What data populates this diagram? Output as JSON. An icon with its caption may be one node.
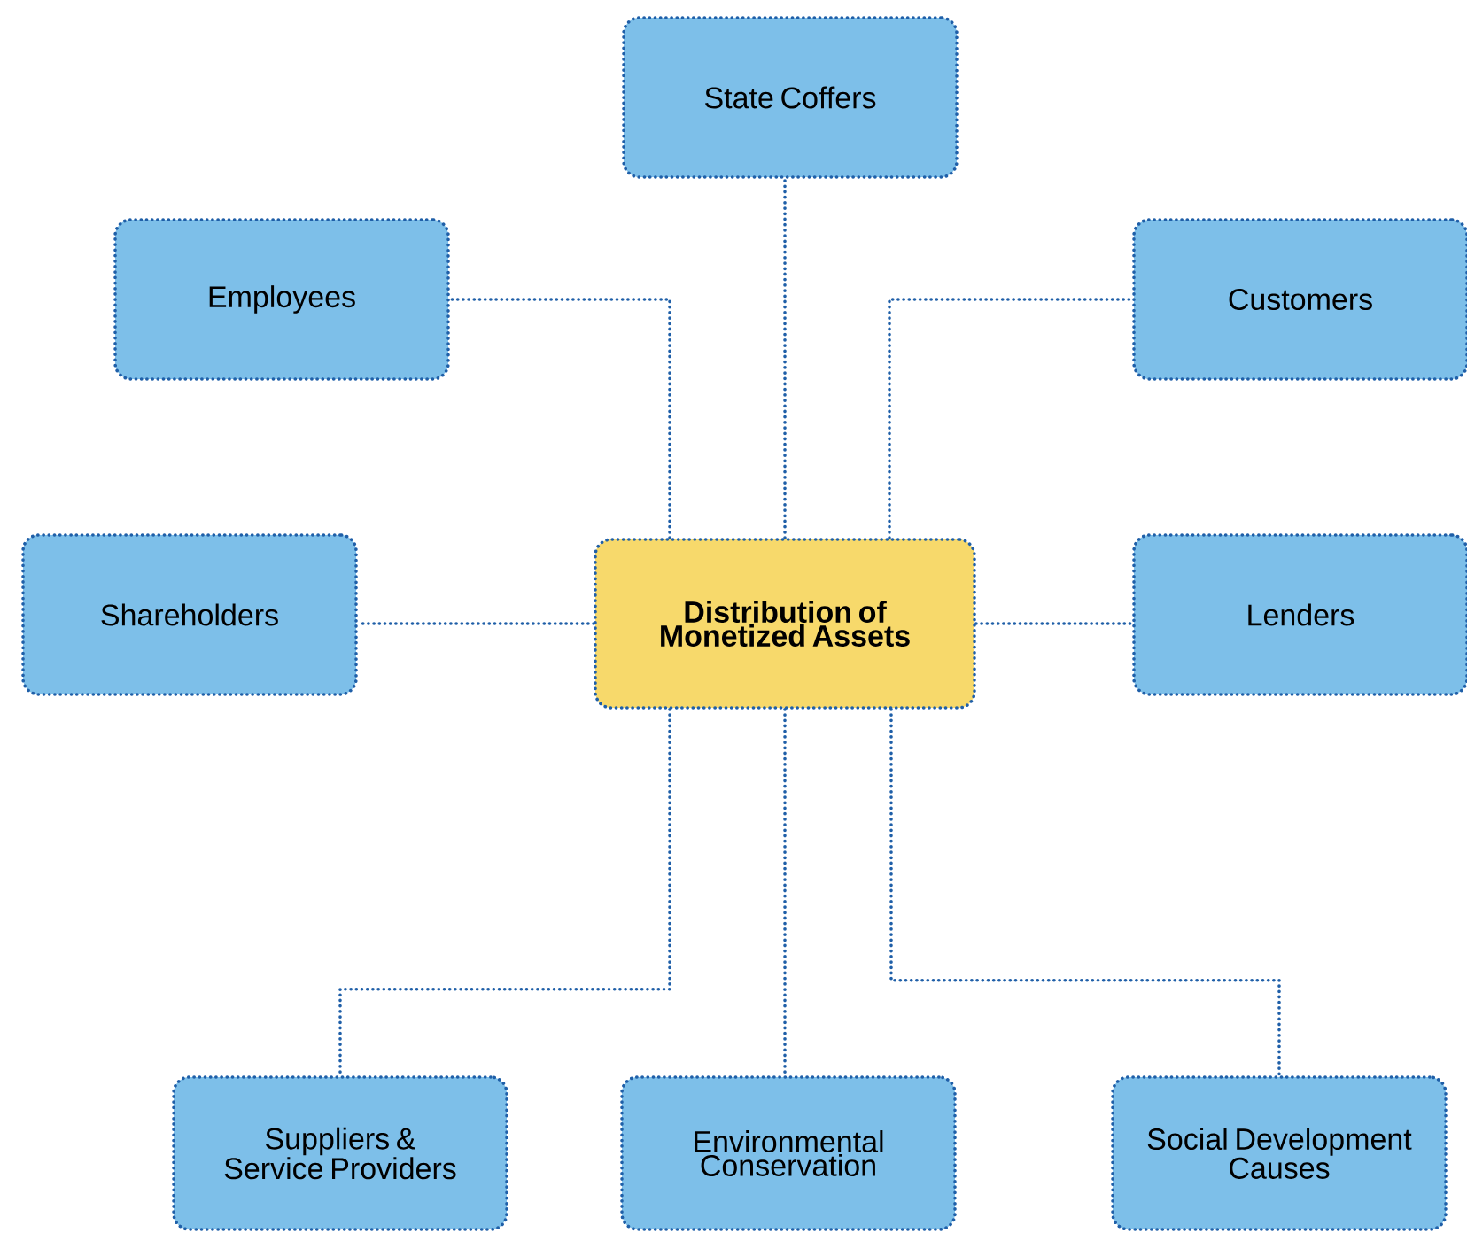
{
  "diagram": {
    "nodes": [
      {
        "text": [
          "State Coffers"
        ]
      },
      {
        "text": [
          "Employees"
        ]
      },
      {
        "text": [
          "Customers"
        ]
      },
      {
        "text": [
          "Shareholders"
        ]
      },
      {
        "text": [
          "Distribution of Monetized Assets"
        ]
      },
      {
        "text": [
          "Lenders"
        ]
      },
      {
        "text": [
          "Suppliers & Service Providers"
        ]
      },
      {
        "text": [
          "Environmental Conservation"
        ]
      },
      {
        "text": [
          "Social Development Causes"
        ]
      }
    ],
    "edges": [
      {
        "from": 4,
        "to": 0,
        "arrow": "none"
      },
      {
        "from": 4,
        "to": 1,
        "arrow": "none"
      },
      {
        "from": 4,
        "to": 2,
        "arrow": "none"
      },
      {
        "from": 4,
        "to": 3,
        "arrow": "none"
      },
      {
        "from": 4,
        "to": 5,
        "arrow": "none"
      },
      {
        "from": 4,
        "to": 6,
        "arrow": "none"
      },
      {
        "from": 4,
        "to": 7,
        "arrow": "none"
      },
      {
        "from": 4,
        "to": 8,
        "arrow": "none"
      }
    ]
  }
}
